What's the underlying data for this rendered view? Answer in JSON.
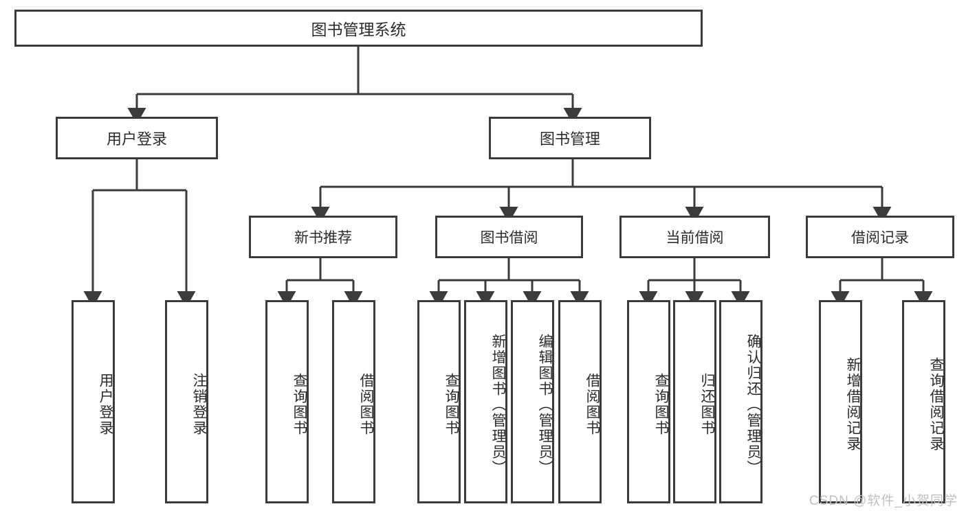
{
  "diagram": {
    "title": "图书管理系统",
    "type": "tree-hierarchy",
    "stroke_color": "#3b3b3b",
    "text_color": "#2b2b2b",
    "background_color": "#ffffff"
  },
  "root": {
    "label": "图书管理系统"
  },
  "level1": [
    {
      "label": "用户登录"
    },
    {
      "label": "图书管理"
    }
  ],
  "level2": [
    {
      "label": "新书推荐"
    },
    {
      "label": "图书借阅"
    },
    {
      "label": "当前借阅"
    },
    {
      "label": "借阅记录"
    }
  ],
  "leaves": {
    "user_login": [
      {
        "label": "用户登录"
      },
      {
        "label": "注销登录"
      }
    ],
    "new_book_recommend": [
      {
        "label": "查询图书"
      },
      {
        "label": "借阅图书"
      }
    ],
    "book_borrow": [
      {
        "label": "查询图书"
      },
      {
        "label": "新增图书（管理员）"
      },
      {
        "label": "编辑图书（管理员）"
      },
      {
        "label": "借阅图书"
      }
    ],
    "current_borrow": [
      {
        "label": "查询图书"
      },
      {
        "label": "归还图书"
      },
      {
        "label": "确认归还（管理员）"
      }
    ],
    "borrow_record": [
      {
        "label": "新增借阅记录"
      },
      {
        "label": "查询借阅记录"
      }
    ]
  },
  "watermark": {
    "text": "CSDN @软件_小贺同学"
  }
}
